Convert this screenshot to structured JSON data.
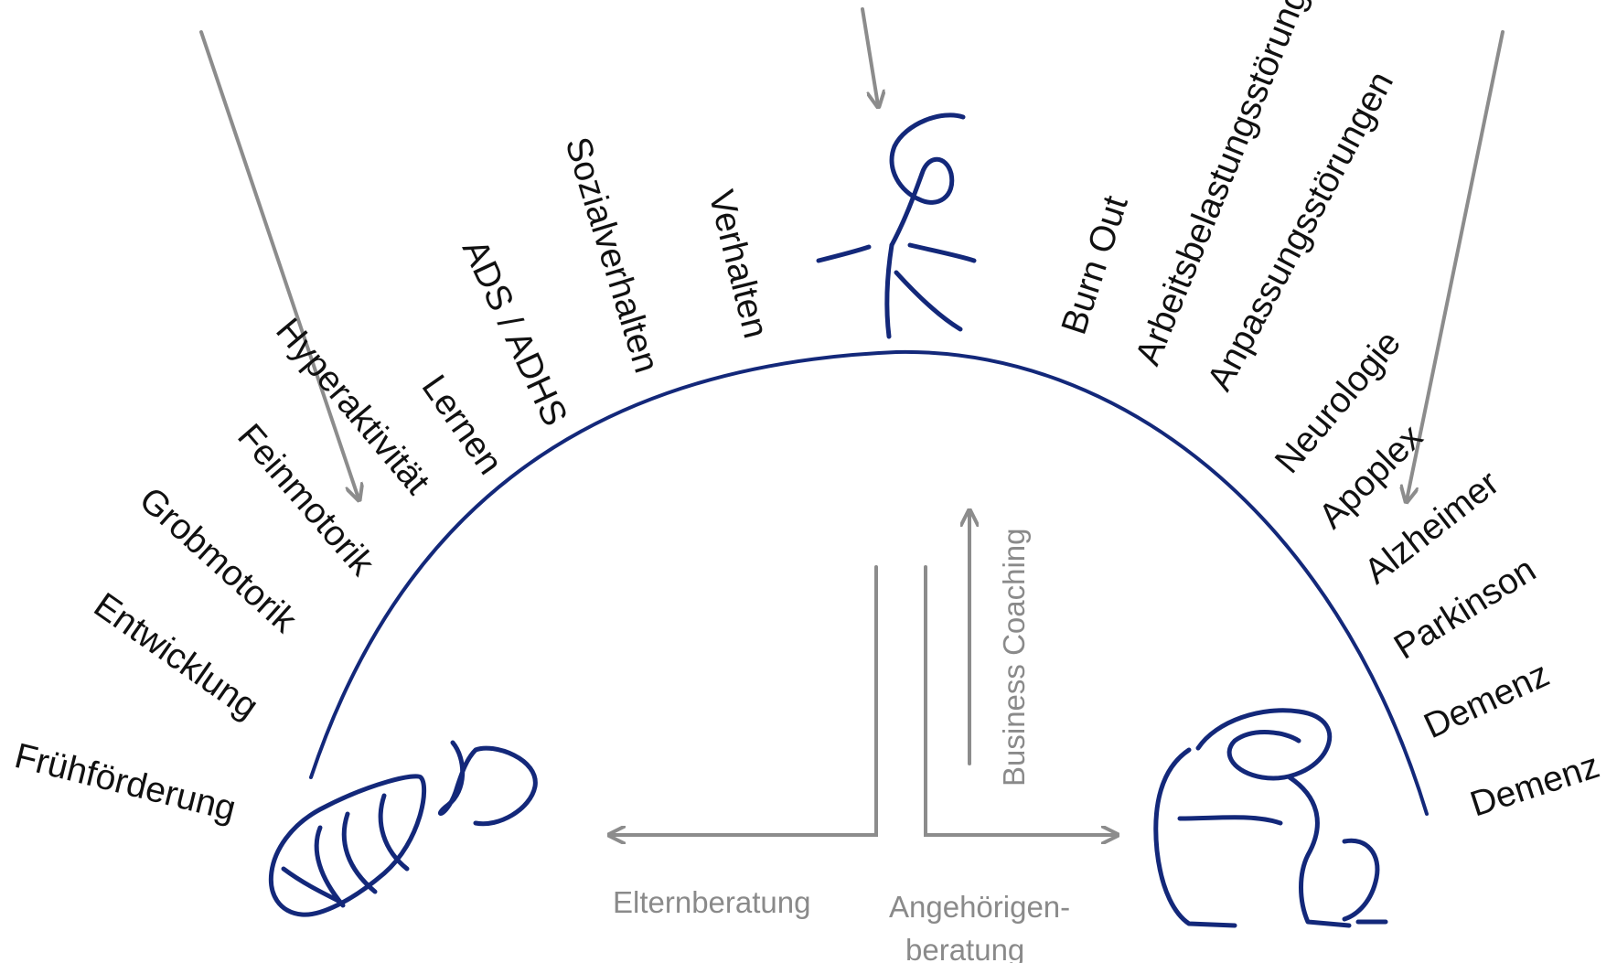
{
  "labels": {
    "left": {
      "fruehfoerderung": "Frühförderung",
      "entwicklung": "Entwicklung",
      "grobmotorik": "Grobmotorik",
      "feinmotorik": "Feinmotorik",
      "hyperaktivitaet": "Hyperaktivität",
      "lernen": "Lernen",
      "ads_adhs": "ADS / ADHS",
      "sozialverhalten": "Sozialverhalten",
      "verhalten": "Verhalten"
    },
    "right": {
      "burn_out": "Burn Out",
      "arbeitsbelastung": "Arbeitsbelastungsstörungen",
      "anpassung": "Anpassungsstörungen",
      "neurologie": "Neurologie",
      "apoplex": "Apoplex",
      "alzheimer": "Alzheimer",
      "parkinson": "Parkinson",
      "demenz_1": "Demenz",
      "demenz_2": "Demenz"
    }
  },
  "services": {
    "elternberatung": "Elternberatung",
    "angehoerigen_line1": "Angehörigen-",
    "angehoerigen_line2": "beratung",
    "business_coaching": "Business Coaching"
  },
  "colors": {
    "arc": "#13287a",
    "arrows": "#8c8c8c",
    "label_text": "#111111",
    "service_text": "#8a8a8a"
  },
  "icons": [
    "baby-icon",
    "standing-person-icon",
    "elderly-person-icon"
  ]
}
